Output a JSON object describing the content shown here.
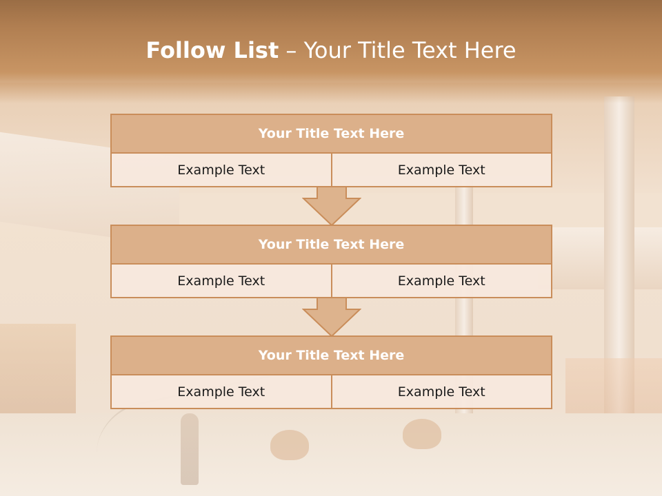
{
  "slide": {
    "title_lead": "Follow List",
    "title_rest": " – Your Title Text Here"
  },
  "colors": {
    "header_band": "#b07e51",
    "box_fill": "#dcb08a",
    "box_border": "#c98d5a",
    "cell_fill": "#f8e8de",
    "title_text": "#ffffff"
  },
  "flow": [
    {
      "title": "Your Title Text Here",
      "left": "Example Text",
      "right": "Example Text"
    },
    {
      "title": "Your Title Text Here",
      "left": "Example Text",
      "right": "Example Text"
    },
    {
      "title": "Your Title Text Here",
      "left": "Example Text",
      "right": "Example Text"
    }
  ],
  "connectors": [
    "down-arrow-icon",
    "down-arrow-icon"
  ]
}
